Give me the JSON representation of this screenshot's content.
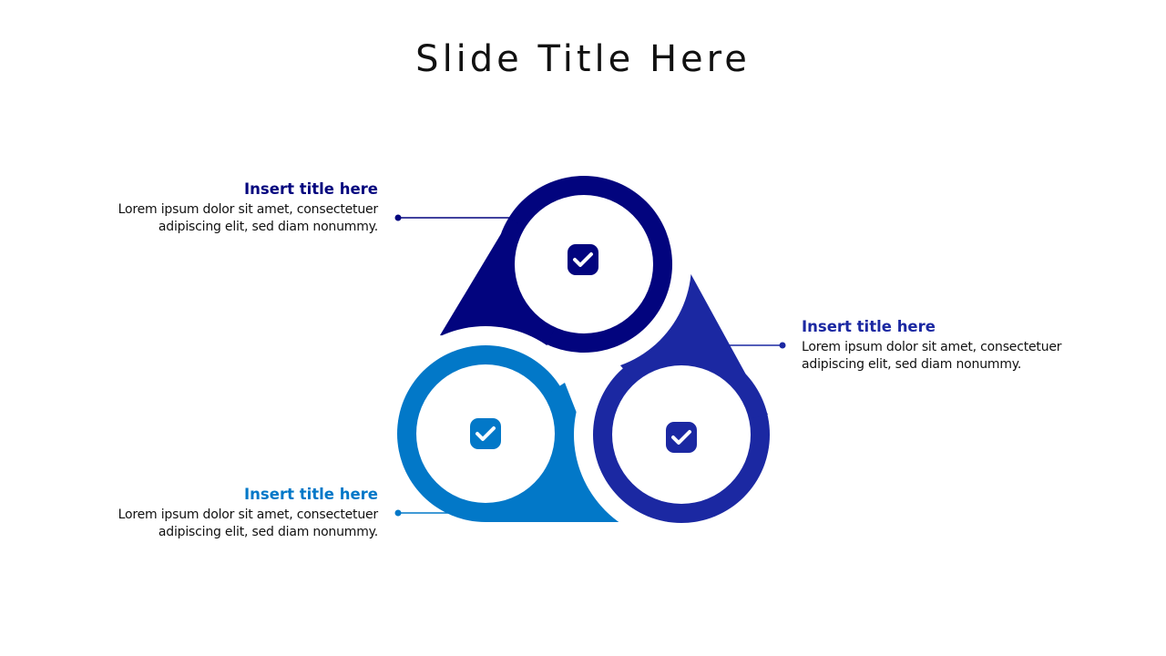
{
  "slide": {
    "title": "Slide Title Here"
  },
  "colors": {
    "navy": "#02047E",
    "royal": "#1B28A2",
    "sky": "#0278C8",
    "text": "#111111"
  },
  "items": [
    {
      "position": "top-left",
      "title": "Insert title here",
      "body_line1": "Lorem ipsum dolor sit amet, consectetuer",
      "body_line2": "adipiscing elit, sed diam nonummy.",
      "color": "#02047E",
      "icon": "check-square-icon"
    },
    {
      "position": "right",
      "title": "Insert title here",
      "body_line1": "Lorem ipsum dolor sit amet, consectetuer",
      "body_line2": "adipiscing elit, sed diam nonummy.",
      "color": "#1B28A2",
      "icon": "check-square-icon"
    },
    {
      "position": "bottom-left",
      "title": "Insert title here",
      "body_line1": "Lorem ipsum dolor sit amet, consectetuer",
      "body_line2": "adipiscing elit, sed diam nonummy.",
      "color": "#0278C8",
      "icon": "check-square-icon"
    }
  ]
}
